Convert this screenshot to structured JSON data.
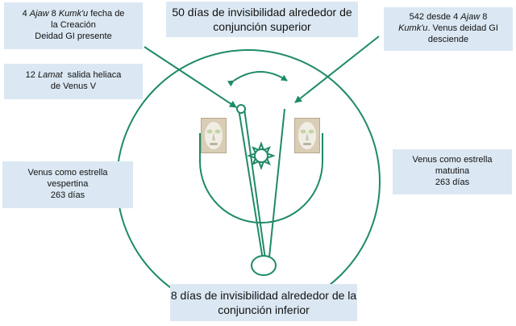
{
  "colors": {
    "accent": "#1f8a66",
    "box_fill": "#dbe8f3"
  },
  "boxes": {
    "creation": {
      "line1": {
        "a": "4 ",
        "b": "Ajaw",
        "c": " 8 ",
        "d": "Kumk'u",
        "e": " fecha de"
      },
      "line2": "la Creación",
      "line3": "Deidad GI presente"
    },
    "superior": {
      "line1": "50 días de invisibilidad alrededor de",
      "line2": "conjunción superior"
    },
    "descent": {
      "line1": {
        "a": "542 desde 4 ",
        "b": "Ajaw",
        "c": " 8"
      },
      "line2": {
        "a": "Kumk'u",
        "b": ". Venus deidad GI"
      },
      "line3": "desciende"
    },
    "heliacal": {
      "line1": {
        "a": "12 ",
        "b": "Lamat",
        "c": "  salida heliaca"
      },
      "line2": "de Venus V"
    },
    "evening": {
      "line1": "Venus como estrella",
      "line2": "vespertina",
      "line3": "263 días"
    },
    "morning": {
      "line1": "Venus como estrella",
      "line2": "matutina",
      "line3": "263 días"
    },
    "inferior": {
      "line1": "8 días de invisibilidad alrededor de la",
      "line2": "conjunción inferior"
    }
  },
  "icons": {
    "left_mask": "jade-mask-icon",
    "right_mask": "jade-mask-icon",
    "sun": "sun-icon"
  }
}
